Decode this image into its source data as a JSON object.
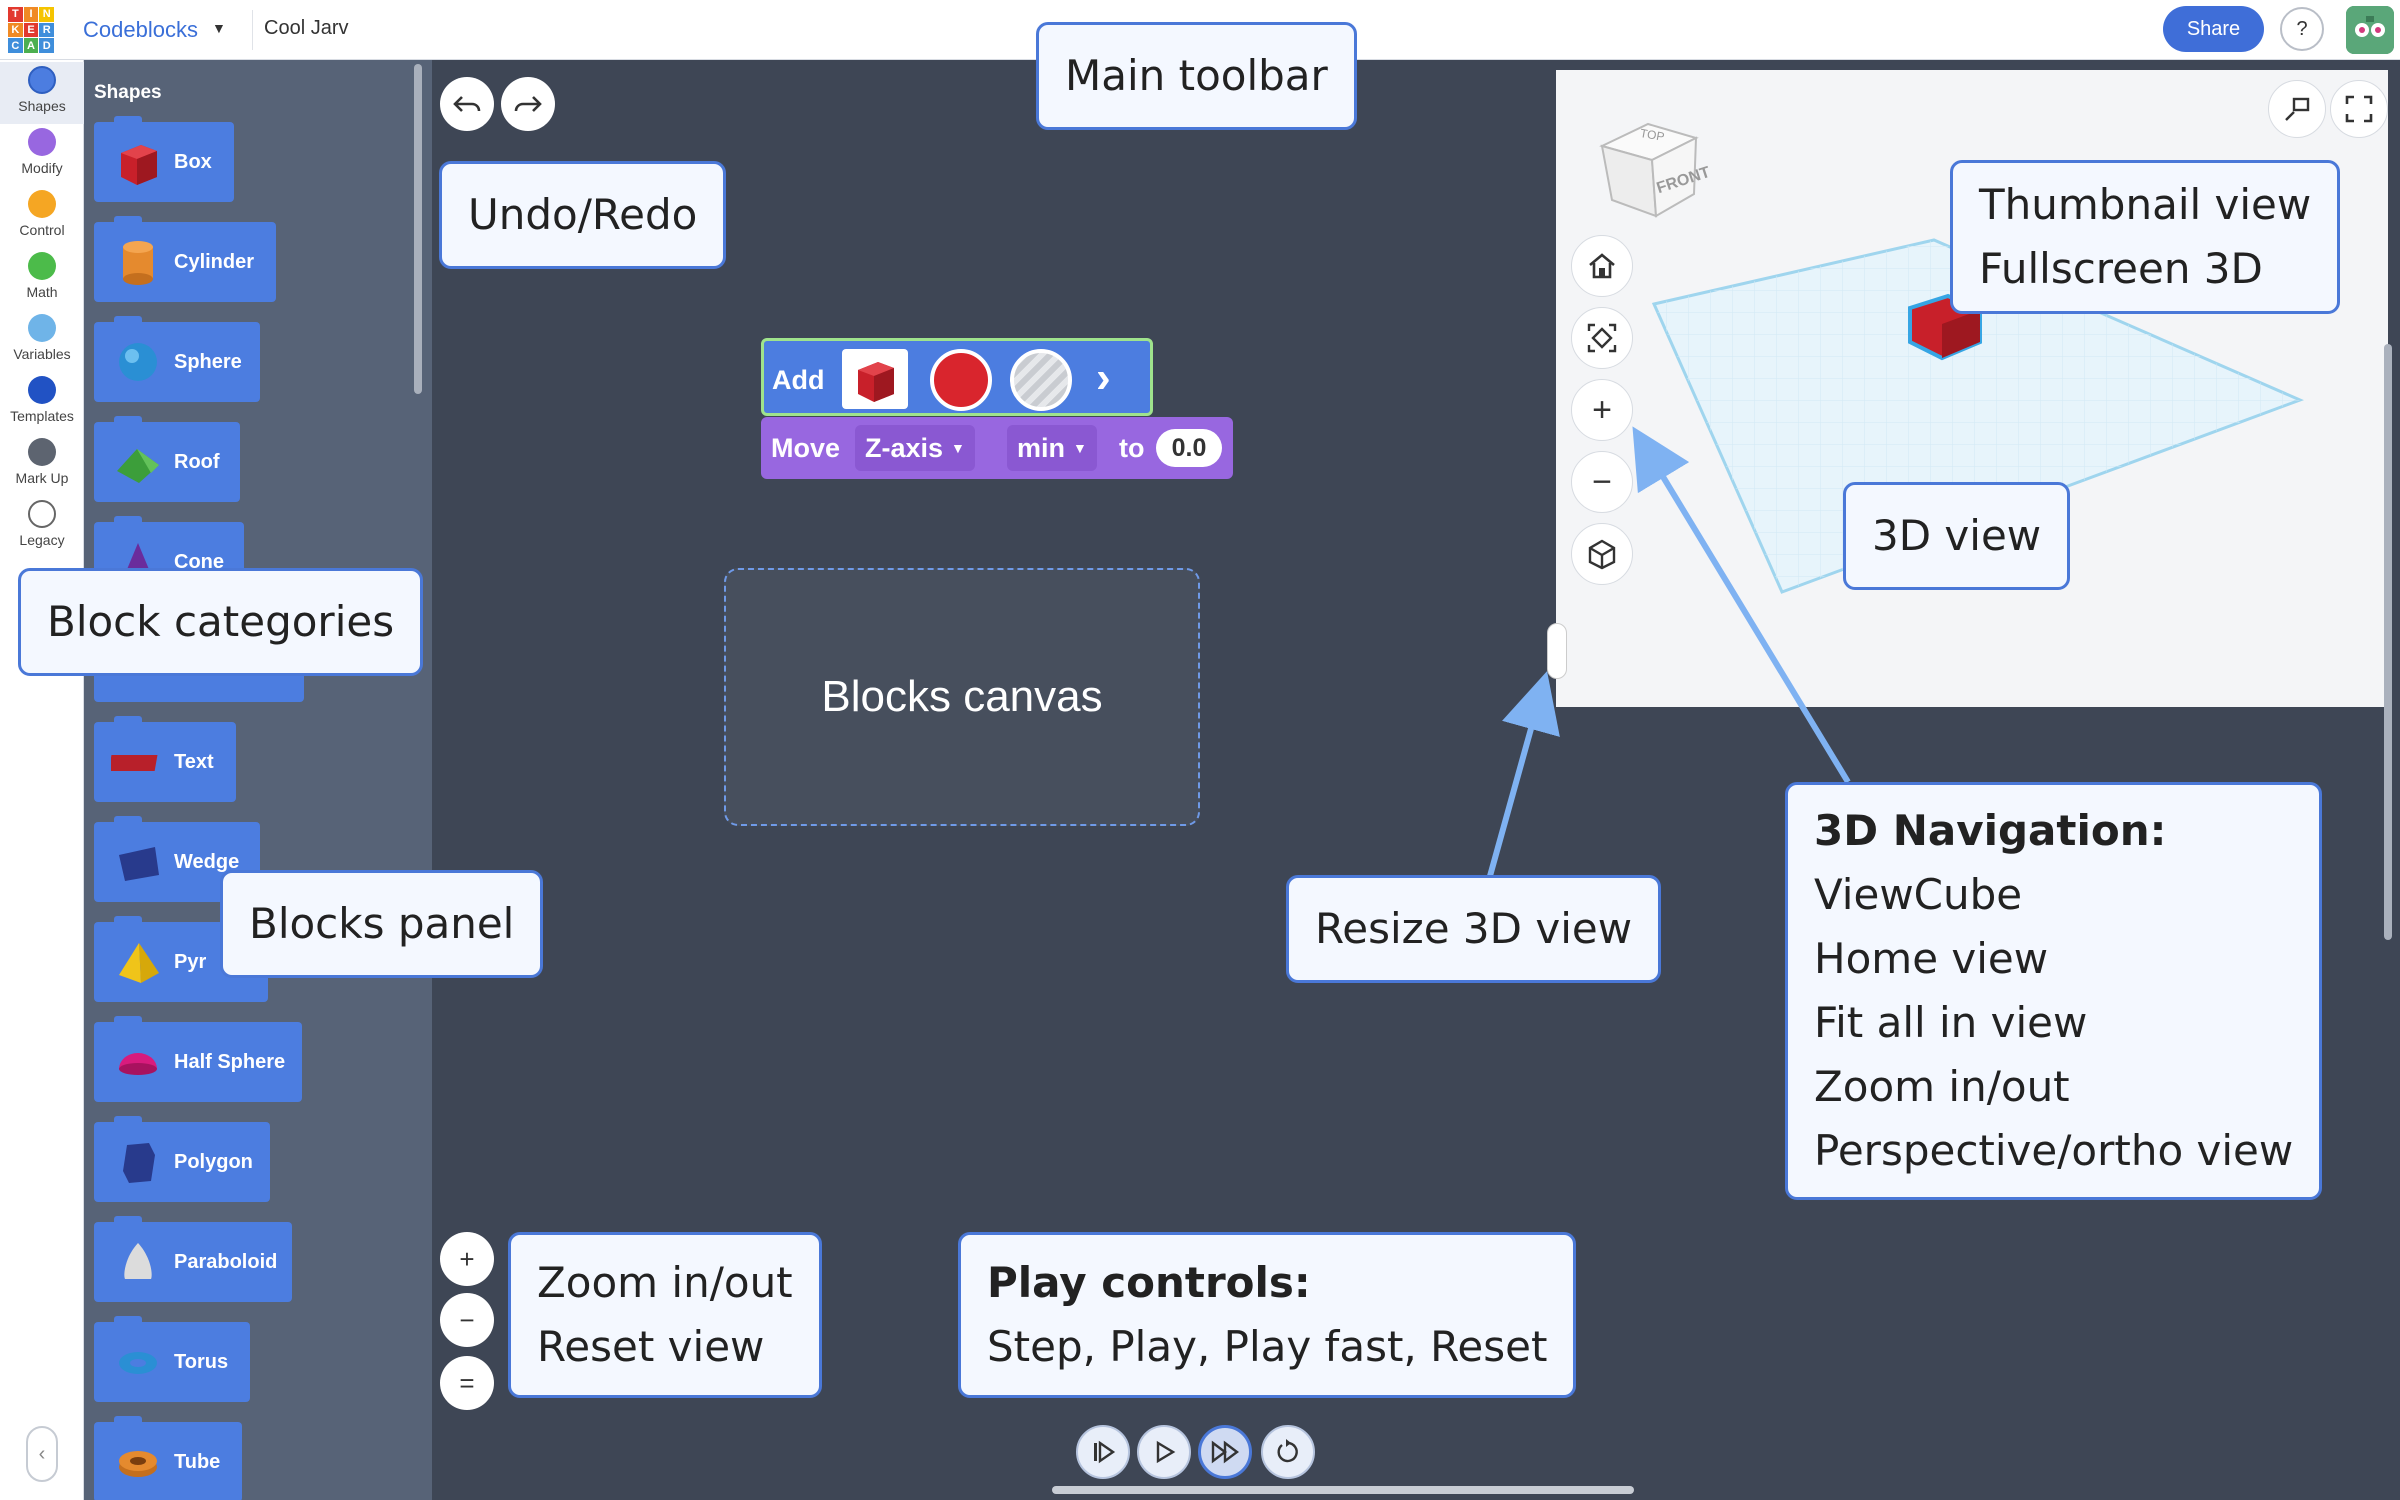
{
  "topbar": {
    "logo_letters": [
      "T",
      "I",
      "N",
      "K",
      "E",
      "R",
      "C",
      "A",
      "D"
    ],
    "app_name": "Codeblocks",
    "design_name": "Cool Jarv",
    "share_label": "Share",
    "help_label": "?"
  },
  "categories": [
    {
      "label": "Shapes",
      "color": "#4c7de0"
    },
    {
      "label": "Modify",
      "color": "#9867e0"
    },
    {
      "label": "Control",
      "color": "#f5a623"
    },
    {
      "label": "Math",
      "color": "#4cbb4a"
    },
    {
      "label": "Variables",
      "color": "#6fb4e8"
    },
    {
      "label": "Templates",
      "color": "#2152c4"
    },
    {
      "label": "Mark Up",
      "color": "#5d6470"
    },
    {
      "label": "Legacy",
      "color": "#ffffff"
    }
  ],
  "panel": {
    "title": "Shapes",
    "shapes": [
      "Box",
      "Cylinder",
      "Sphere",
      "Roof",
      "Cone",
      "Text",
      "Wedge",
      "Pyr",
      "Half Sphere",
      "Polygon",
      "Paraboloid",
      "Torus",
      "Tube"
    ]
  },
  "code": {
    "add_label": "Add",
    "move_label": "Move",
    "axis_value": "Z-axis",
    "mode_value": "min",
    "to_label": "to",
    "amount_value": "0.0"
  },
  "viewcube": {
    "top": "TOP",
    "front": "FRONT"
  },
  "callouts": {
    "main_toolbar": "Main toolbar",
    "undo_redo": "Undo/Redo",
    "thumbnail_line1": "Thumbnail view",
    "thumbnail_line2": "Fullscreen 3D",
    "view_3d": "3D view",
    "block_categories": "Block categories",
    "blocks_canvas": "Blocks canvas",
    "blocks_panel": "Blocks panel",
    "resize_3d": "Resize 3D view",
    "nav_title": "3D Navigation:",
    "nav_items": [
      "ViewCube",
      "Home view",
      "Fit all in view",
      "Zoom in/out",
      "Perspective/ortho view"
    ],
    "zoom_line1": "Zoom in/out",
    "zoom_line2": "Reset view",
    "play_title": "Play controls:",
    "play_items": "Step, Play, Play fast, Reset"
  },
  "colors": {
    "accent": "#4c7de0",
    "canvas_bg": "#3e4655",
    "panel_bg": "#576377",
    "modify_block": "#9867e0",
    "active_block_outline": "#9fe38c"
  }
}
